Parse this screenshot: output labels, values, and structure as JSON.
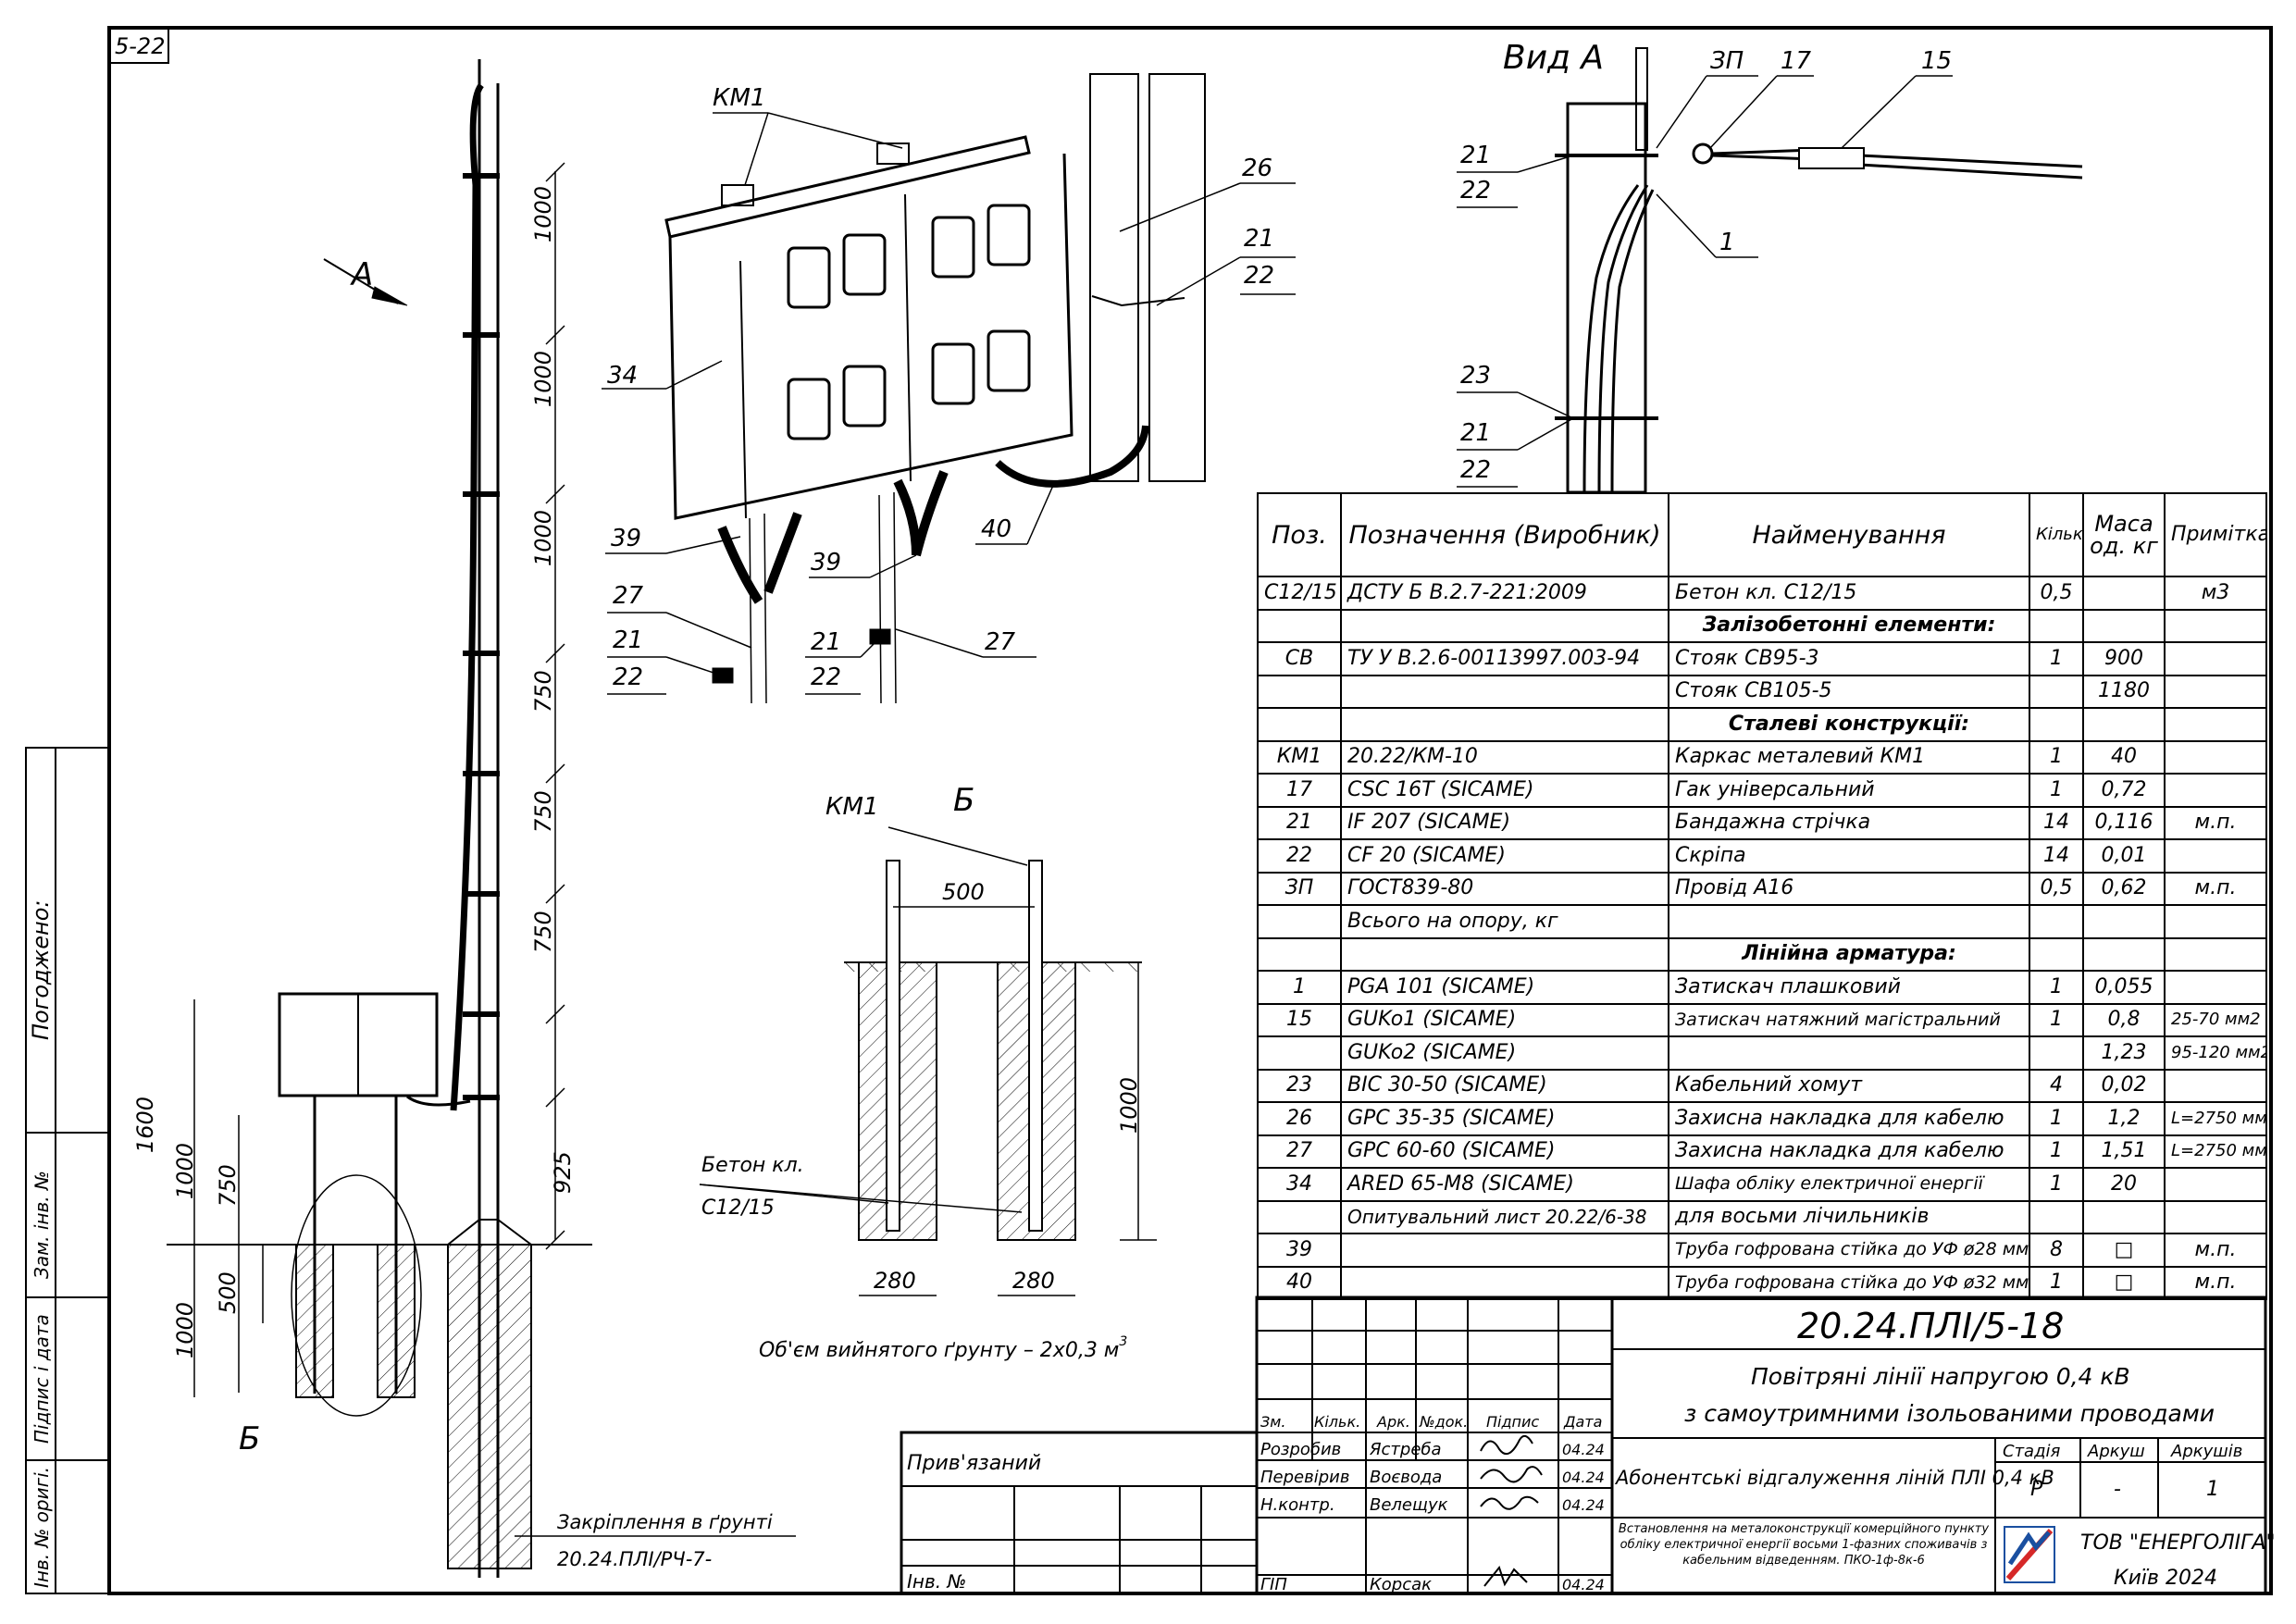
{
  "sheet_no": "5-22",
  "side_stamp": {
    "agreed": "Погоджено:",
    "replaced_inv": "Зам. інв. №",
    "sign_date": "Підпис і дата",
    "orig_inv": "Інв. № оригі."
  },
  "view_a": {
    "title": "Вид А",
    "callouts": [
      "ЗП",
      "17",
      "15",
      "21",
      "22",
      "1",
      "23",
      "21",
      "22"
    ]
  },
  "elevation": {
    "arrow_label": "А",
    "dims": [
      "1000",
      "1000",
      "1000",
      "750",
      "750",
      "750",
      "925",
      "1600",
      "1000",
      "750",
      "500",
      "1000"
    ],
    "detail_label": "Б",
    "anchor_note": "Закріплення в ґрунті",
    "anchor_ref": "20.24.ПЛІ/РЧ-7-"
  },
  "iso": {
    "labels": [
      "КМ1",
      "26",
      "21",
      "22",
      "34",
      "39",
      "39",
      "40",
      "27",
      "27",
      "21",
      "22",
      "21",
      "22"
    ]
  },
  "detail_b": {
    "title": "Б",
    "km": "КМ1",
    "dim_top": "500",
    "dim_h": "1000",
    "dim_w1": "280",
    "dim_w2": "280",
    "concrete_l1": "Бетон кл.",
    "concrete_l2": "С12/15",
    "volume": "Об'єм вийнятого ґрунту – 2х0,3 м",
    "volume_sup": "3"
  },
  "spec": {
    "headers": [
      "Поз.",
      "Позначення (Виробник)",
      "Найменування",
      "Кільк.",
      "Маса од. кг",
      "Примітка"
    ],
    "rows": [
      {
        "pos": "С12/15",
        "des": "ДСТУ Б В.2.7-221:2009",
        "name": "Бетон кл. С12/15",
        "qty": "0,5",
        "mass": "",
        "note": "м3"
      },
      {
        "section": "Залізобетонні елементи:"
      },
      {
        "pos": "СВ",
        "des": "ТУ У В.2.6-00113997.003-94",
        "name": "Стояк СВ95-3",
        "qty": "1",
        "mass": "900",
        "note": ""
      },
      {
        "pos": "",
        "des": "",
        "name": "Стояк СВ105-5",
        "qty": "",
        "mass": "1180",
        "note": ""
      },
      {
        "section": "Сталеві конструкції:"
      },
      {
        "pos": "КМ1",
        "des": "20.22/КМ-10",
        "name": "Каркас металевий КМ1",
        "qty": "1",
        "mass": "40",
        "note": ""
      },
      {
        "pos": "17",
        "des": "CSC 16T   (SICAME)",
        "name": "Гак універсальний",
        "qty": "1",
        "mass": "0,72",
        "note": ""
      },
      {
        "pos": "21",
        "des": "IF 207   (SICAME)",
        "name": "Бандажна стрічка",
        "qty": "14",
        "mass": "0,116",
        "note": "м.п."
      },
      {
        "pos": "22",
        "des": "CF 20   (SICAME)",
        "name": "Скріпа",
        "qty": "14",
        "mass": "0,01",
        "note": ""
      },
      {
        "pos": "ЗП",
        "des": "ГОСТ839-80",
        "name": "Провід А16",
        "qty": "0,5",
        "mass": "0,62",
        "note": "м.п."
      },
      {
        "pos": "",
        "des": "Всього на опору, кг",
        "name": "",
        "qty": "",
        "mass": "",
        "note": ""
      },
      {
        "section": "Лінійна арматура:"
      },
      {
        "pos": "1",
        "des": "PGA 101   (SICAME)",
        "name": "Затискач плашковий",
        "qty": "1",
        "mass": "0,055",
        "note": ""
      },
      {
        "pos": "15",
        "des": "GUKo1   (SICAME)",
        "name": "Затискач натяжний магістральний",
        "qty": "1",
        "mass": "0,8",
        "note": "25-70 мм2"
      },
      {
        "pos": "",
        "des": "GUKo2   (SICAME)",
        "name": "",
        "qty": "",
        "mass": "1,23",
        "note": "95-120 мм2"
      },
      {
        "pos": "23",
        "des": "BIC 30-50   (SICAME)",
        "name": "Кабельний хомут",
        "qty": "4",
        "mass": "0,02",
        "note": ""
      },
      {
        "pos": "26",
        "des": "GPC 35-35   (SICAME)",
        "name": "Захисна накладка для кабелю",
        "qty": "1",
        "mass": "1,2",
        "note": "L=2750 мм"
      },
      {
        "pos": "27",
        "des": "GPC 60-60   (SICAME)",
        "name": "Захисна накладка для кабелю",
        "qty": "1",
        "mass": "1,51",
        "note": "L=2750 мм"
      },
      {
        "pos": "34",
        "des": "ARED 65-M8   (SICAME)",
        "name": "Шафа обліку електричної енергії",
        "qty": "1",
        "mass": "20",
        "note": ""
      },
      {
        "pos": "",
        "des": "Опитувальний лист 20.22/6-38",
        "name": "для восьми лічильників",
        "qty": "",
        "mass": "",
        "note": ""
      },
      {
        "pos": "39",
        "des": "",
        "name": "Труба гофрована стійка до УФ ø28 мм",
        "qty": "8",
        "mass": "□",
        "note": "м.п."
      },
      {
        "pos": "40",
        "des": "",
        "name": "Труба гофрована стійка до УФ ø32 мм",
        "qty": "1",
        "mass": "□",
        "note": "м.п."
      }
    ]
  },
  "title_block": {
    "doc_code": "20.24.ПЛІ/5-18",
    "title_line1": "Повітряні лінії напругою 0,4 кВ",
    "title_line2": "з самоутримними ізольованими проводами",
    "subtitle": "Абонентські відгалуження ліній ПЛІ 0,4 кВ",
    "description": "Встановлення на металоконструкції комерційного пункту обліку електричної енергії восьми 1-фазних споживачів з кабельним відведенням. ПКО-1ф-8к-6",
    "cols": [
      "Зм.",
      "Кільк.",
      "Арк.",
      "№док.",
      "Підпис",
      "Дата"
    ],
    "people": [
      {
        "role": "Розробив",
        "name": "Ястреба",
        "date": "04.24"
      },
      {
        "role": "Перевірив",
        "name": "Воєвода",
        "date": "04.24"
      },
      {
        "role": "Н.контр.",
        "name": "Велещук",
        "date": "04.24"
      },
      {
        "role": "ГІП",
        "name": "Корсак",
        "date": "04.24"
      }
    ],
    "stage_h": "Стадія",
    "sheet_h": "Аркуш",
    "sheets_h": "Аркушів",
    "stage": "Р",
    "sheet": "-",
    "sheets": "1",
    "company": "ТОВ \"ЕНЕРГОЛІГА\"",
    "city": "Київ 2024",
    "linked": "Прив'язаний",
    "inv": "Інв. №"
  }
}
